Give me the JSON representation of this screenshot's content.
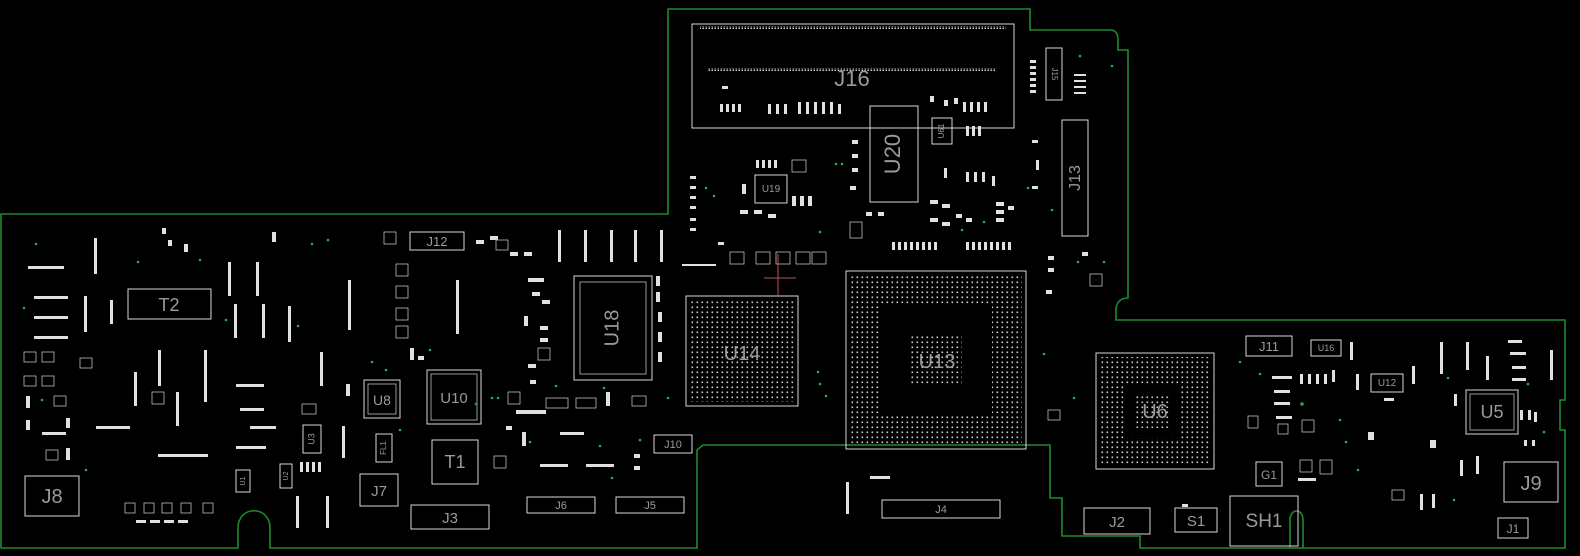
{
  "title": "",
  "board": {
    "outline_color": "#1f8a2a",
    "silk_color": "#d8d8d8",
    "label_color": "#9a9a9a",
    "via_color": "#2aa84a"
  },
  "components": {
    "J16": "J16",
    "J13": "J13",
    "J15": "J15",
    "U20": "U20",
    "U19": "U19",
    "U61": "U61",
    "J12": "J12",
    "T2": "T2",
    "U18": "U18",
    "U14": "U14",
    "U13": "U13",
    "U6": "U6",
    "J11": "J11",
    "U16": "U16",
    "U12": "U12",
    "U5": "U5",
    "U8": "U8",
    "U10": "U10",
    "T1": "T1",
    "FL1": "FL1",
    "J7": "J7",
    "J3": "J3",
    "J6": "J6",
    "J5": "J5",
    "J10": "J10",
    "U3": "U3",
    "U1": "U1",
    "U2": "U2",
    "J8": "J8",
    "J4": "J4",
    "J2": "J2",
    "S1": "S1",
    "SH1": "SH1",
    "G1": "G1",
    "J9": "J9",
    "J1": "J1"
  }
}
